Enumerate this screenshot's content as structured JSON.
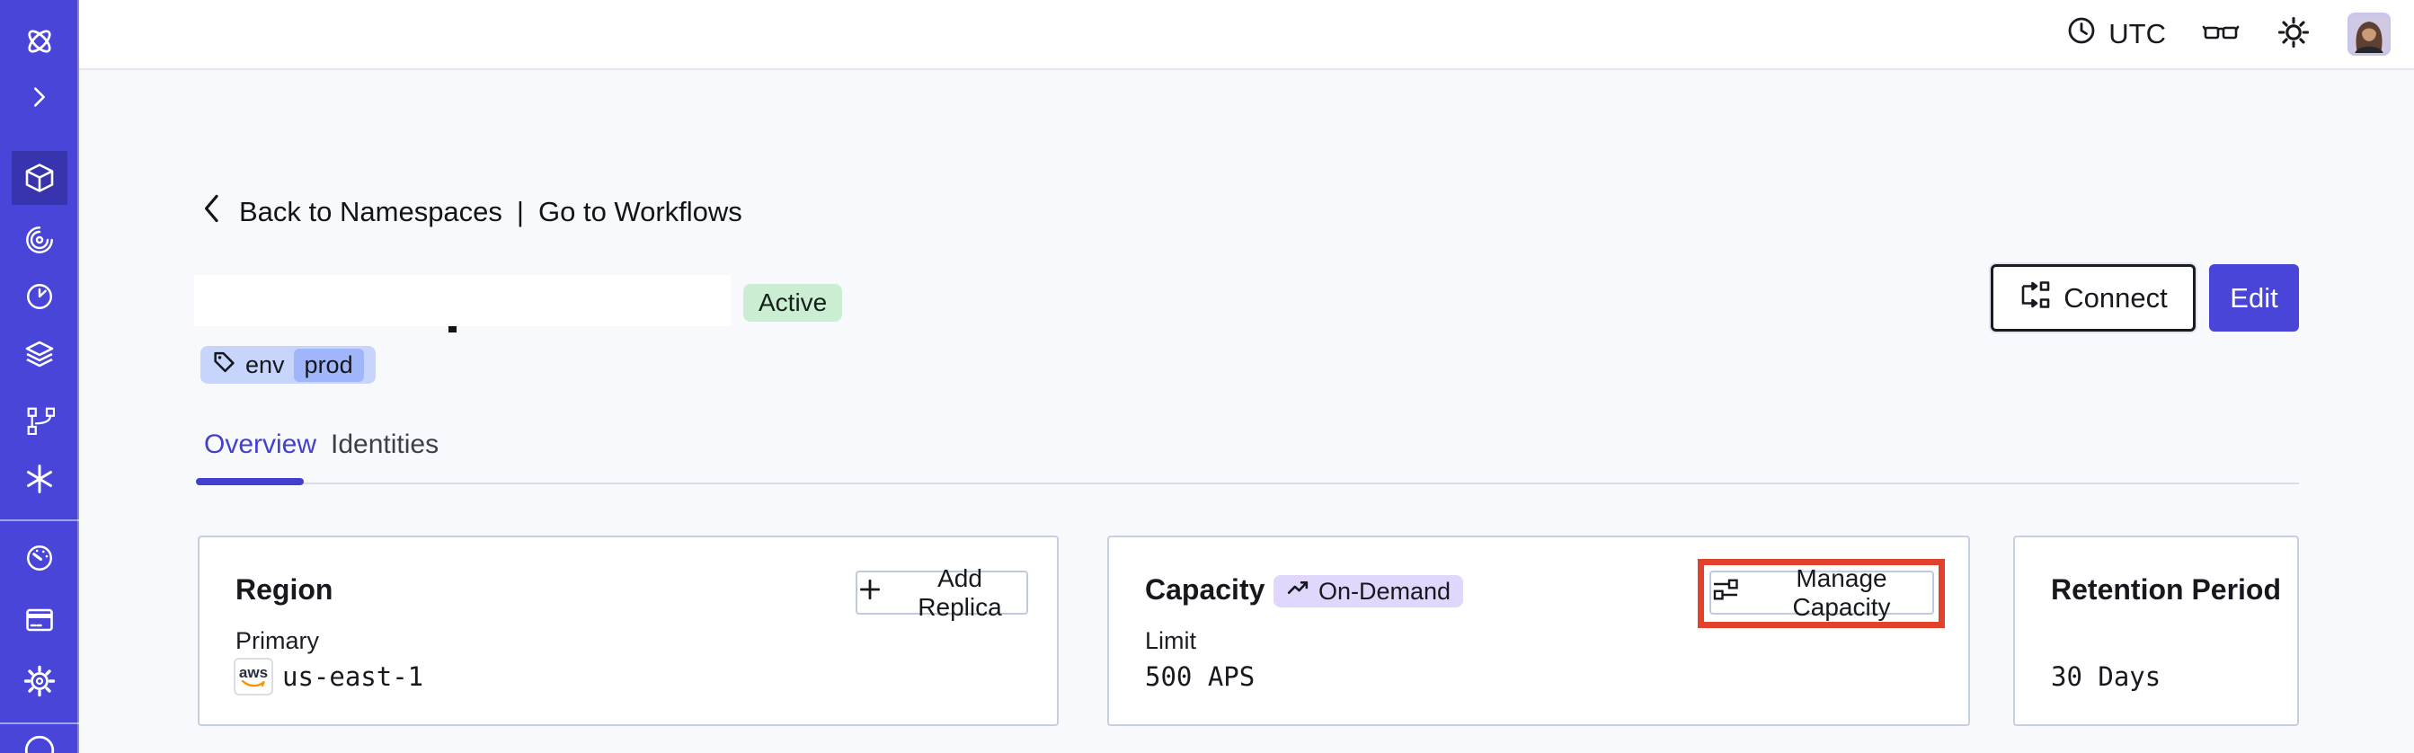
{
  "topbar": {
    "timezone": "UTC"
  },
  "sidebar": {
    "items": [
      "temporal-logo",
      "expand",
      "namespaces",
      "workflows",
      "schedules",
      "deployments",
      "batch-operations",
      "nexus",
      "usage",
      "billing",
      "settings",
      "support"
    ]
  },
  "breadcrumb": {
    "back_label": "Back to Namespaces",
    "separator": "|",
    "forward_label": "Go to Workflows"
  },
  "namespace": {
    "status_badge": "Active",
    "tag_key": "env",
    "tag_value": "prod"
  },
  "actions": {
    "connect_label": "Connect",
    "edit_label": "Edit"
  },
  "tabs": [
    {
      "label": "Overview"
    },
    {
      "label": "Identities"
    }
  ],
  "cards": {
    "region": {
      "title": "Region",
      "add_replica_label": "Add Replica",
      "primary_label": "Primary",
      "provider": "aws",
      "value": "us-east-1"
    },
    "capacity": {
      "title": "Capacity",
      "badge_label": "On-Demand",
      "manage_label": "Manage Capacity",
      "limit_label": "Limit",
      "value": "500 APS"
    },
    "retention": {
      "title": "Retention Period",
      "value": "30 Days"
    }
  },
  "icons": {
    "clock": "clock-face",
    "glasses": "reading-glasses",
    "sun": "sun-rays",
    "chevron_left": "chevron-left",
    "tag": "tag",
    "connect": "flow-arrows",
    "plus": "plus",
    "trending_up": "arrow-trend-up",
    "sliders": "sliders",
    "aws": "aws-smile-logo"
  },
  "colors": {
    "accent": "#4845d8",
    "active_badge_bg": "#cbeed3",
    "tag_bg": "#c7d5fd",
    "tag_chip_bg": "#a0b5fa",
    "ondemand_bg": "#e1d7fc",
    "highlight_red": "#e2422c",
    "card_border": "#c6cfe1",
    "page_bg": "#f8f9fc"
  }
}
